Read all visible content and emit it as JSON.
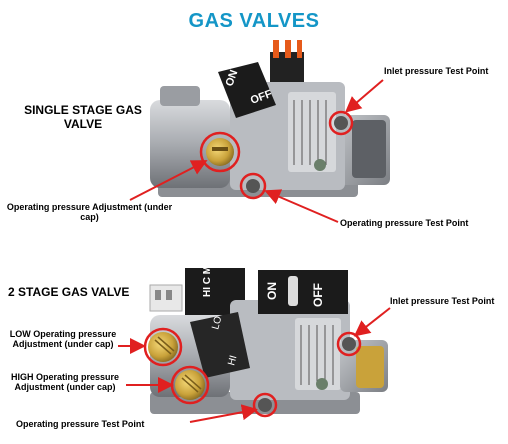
{
  "title": "GAS VALVES",
  "single": {
    "heading": "SINGLE STAGE GAS VALVE",
    "dial_on": "ON",
    "dial_off": "OFF",
    "inlet_label": "Inlet pressure Test Point",
    "adj_label": "Operating pressure Adjustment (under cap)",
    "op_label": "Operating pressure Test Point"
  },
  "two_stage": {
    "heading": "2 STAGE GAS VALVE",
    "switch_label": "HI C M",
    "switch_on": "ON",
    "switch_off": "OFF",
    "knob_lo": "LO",
    "knob_hi": "HI",
    "inlet_label": "Inlet pressure Test Point",
    "low_label": "LOW Operating pressure Adjustment (under cap)",
    "high_label": "HIGH Operating pressure Adjustment (under cap)",
    "op_label": "Operating pressure Test Point"
  },
  "colors": {
    "title": "#1496c7",
    "marker": "#e02020",
    "brass": "#c9a23a"
  }
}
